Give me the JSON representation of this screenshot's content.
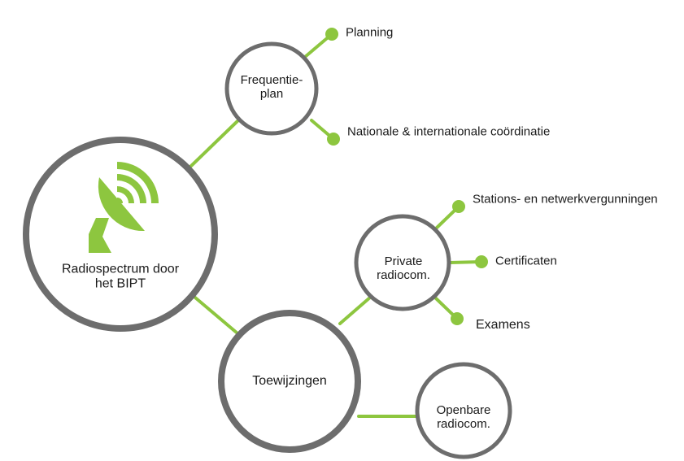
{
  "diagram": {
    "root": {
      "label_line1": "Radiospectrum door",
      "label_line2": "het BIPT",
      "icon": "satellite-dish-icon"
    },
    "frequentieplan": {
      "label_line1": "Frequentie-",
      "label_line2": "plan",
      "leaves": [
        "Planning",
        "Nationale & internationale coördinatie"
      ]
    },
    "toewijzingen": {
      "label": "Toewijzingen"
    },
    "private": {
      "label_line1": "Private",
      "label_line2": "radiocom.",
      "leaves": [
        "Stations- en netwerkvergunningen",
        "Certificaten",
        "Examens"
      ]
    },
    "openbare": {
      "label_line1": "Openbare",
      "label_line2": "radiocom."
    }
  },
  "colors": {
    "accent": "#8dc63f",
    "circle_stroke": "#6d6d6d",
    "text": "#1a1a1a"
  }
}
